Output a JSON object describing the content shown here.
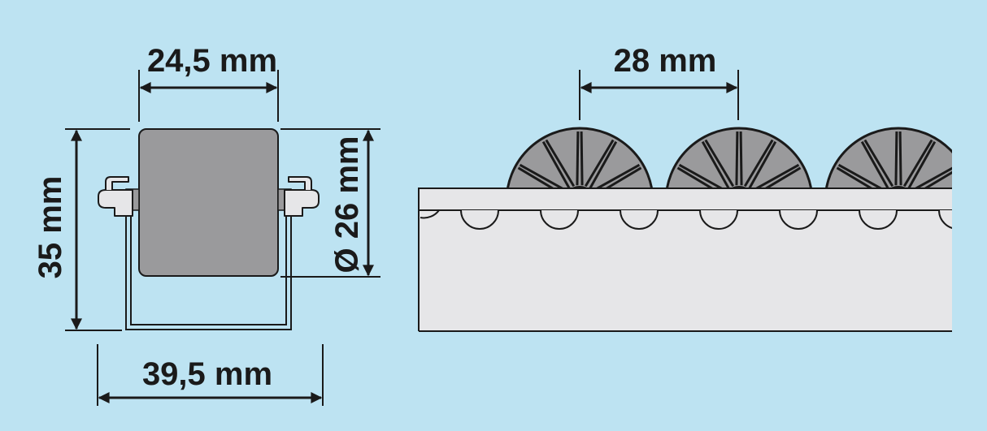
{
  "colors": {
    "background": "#bde3f2",
    "roller": "#9a9a9c",
    "rail": "#e6e6e8",
    "line": "#1a1a1a"
  },
  "dimensions": {
    "roller_width": "24,5 mm",
    "height": "35 mm",
    "diameter": "Ø 26 mm",
    "total_width": "39,5 mm",
    "pitch": "28 mm"
  },
  "views": {
    "side_view": {
      "visible_wheels": 3,
      "spokes_per_wheel": 12
    }
  }
}
